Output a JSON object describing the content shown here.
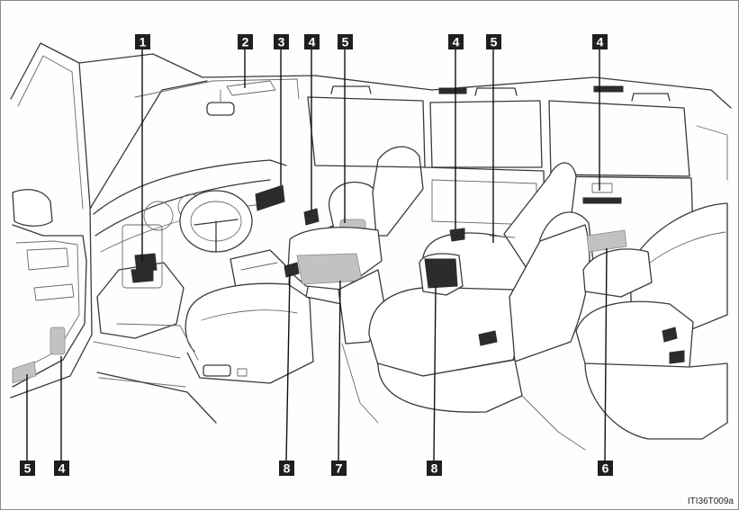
{
  "figure_code": "ITI36T009a",
  "callouts": [
    {
      "label": "1",
      "name": "callout-1"
    },
    {
      "label": "2",
      "name": "callout-2"
    },
    {
      "label": "3",
      "name": "callout-3"
    },
    {
      "label": "4",
      "name": "callout-4-front"
    },
    {
      "label": "5",
      "name": "callout-5-front"
    },
    {
      "label": "4",
      "name": "callout-4-middle"
    },
    {
      "label": "5",
      "name": "callout-5-middle"
    },
    {
      "label": "4",
      "name": "callout-4-rear"
    },
    {
      "label": "5",
      "name": "callout-5-door"
    },
    {
      "label": "4",
      "name": "callout-4-door"
    },
    {
      "label": "8",
      "name": "callout-8-front"
    },
    {
      "label": "7",
      "name": "callout-7"
    },
    {
      "label": "8",
      "name": "callout-8-middle"
    },
    {
      "label": "6",
      "name": "callout-6"
    }
  ]
}
